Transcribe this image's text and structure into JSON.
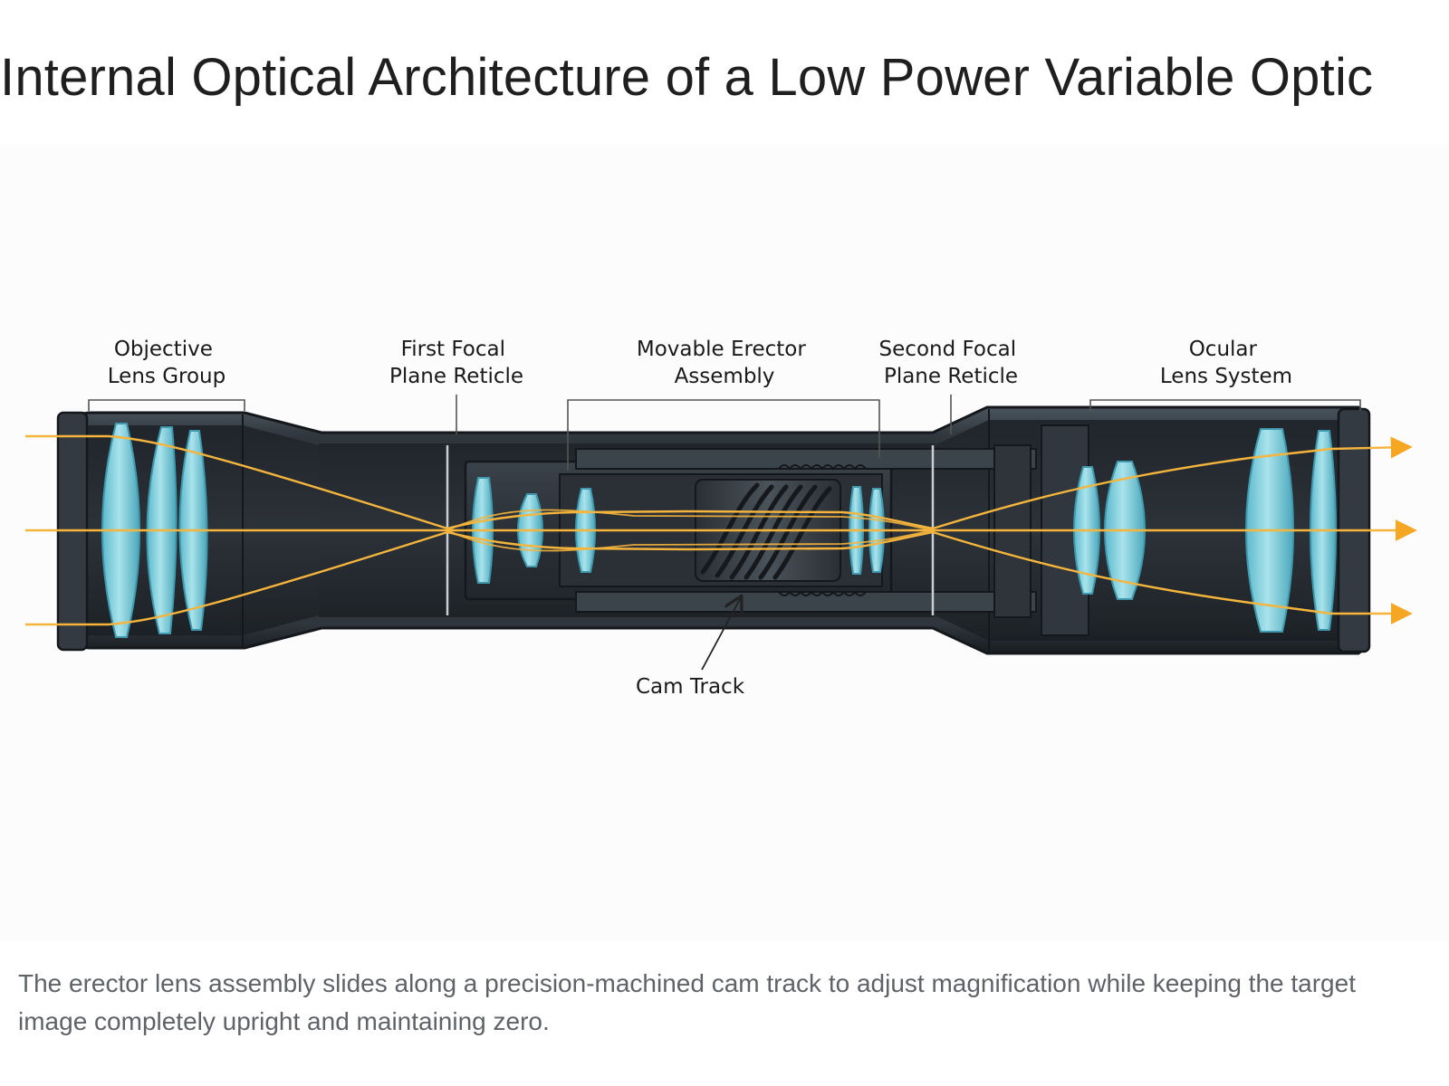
{
  "title": "Internal Optical Architecture of a Low Power Variable Optic",
  "diagram": {
    "labels": {
      "objective": [
        "Objective",
        "Lens Group"
      ],
      "ffp": [
        "First Focal",
        "Plane Reticle"
      ],
      "erector": [
        "Movable Erector",
        "Assembly"
      ],
      "sfp": [
        "Second Focal",
        "Plane Reticle"
      ],
      "ocular": [
        "Ocular",
        "Lens System"
      ],
      "cam": "Cam Track"
    },
    "colors": {
      "housing": "#2b3138",
      "housing_edge": "#14181c",
      "housing_light": "#4a535c",
      "lens": "#7fd0df",
      "lens_edge": "#3f98ad",
      "ray": "#f5b53d",
      "leader": "#555555"
    }
  },
  "caption": "The erector lens assembly slides along a precision-machined cam track to adjust magnification while keeping the target image completely upright and maintaining zero."
}
